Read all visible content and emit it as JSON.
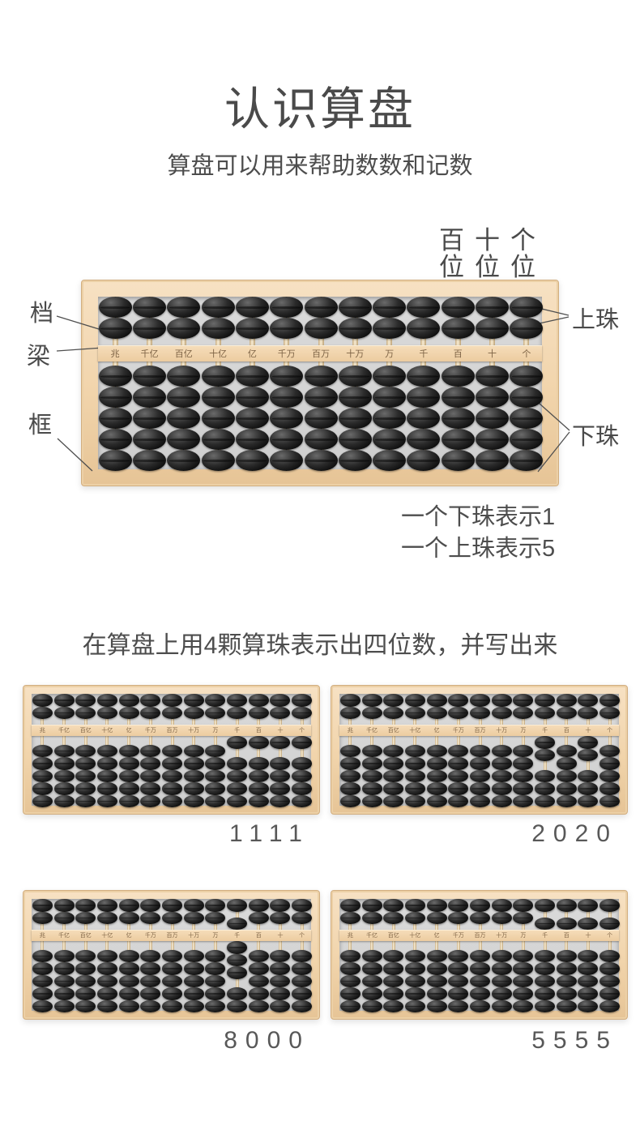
{
  "header": {
    "title": "认识算盘",
    "subtitle": "算盘可以用来帮助数数和记数"
  },
  "place_value_labels": [
    {
      "place": "百",
      "suffix": "位"
    },
    {
      "place": "十",
      "suffix": "位"
    },
    {
      "place": "个",
      "suffix": "位"
    }
  ],
  "callouts": {
    "rod": "档",
    "beam": "梁",
    "frame": "框",
    "upper_bead": "上珠",
    "lower_bead": "下珠"
  },
  "notes": {
    "line1": "一个下珠表示1",
    "line2": "一个上珠表示5"
  },
  "abacus": {
    "column_labels": [
      "兆",
      "千亿",
      "百亿",
      "十亿",
      "亿",
      "千万",
      "百万",
      "十万",
      "万",
      "千",
      "百",
      "十",
      "个"
    ],
    "upper_beads_per_rod": 2,
    "lower_beads_per_rod": 5,
    "main_digits": [
      0,
      0,
      0,
      0,
      0,
      0,
      0,
      0,
      0,
      0,
      0,
      0,
      0
    ]
  },
  "exercise": {
    "heading": "在算盘上用4颗算珠表示出四位数，并写出来",
    "items": [
      {
        "answer": "1111",
        "digits": [
          0,
          0,
          0,
          0,
          0,
          0,
          0,
          0,
          0,
          1,
          1,
          1,
          1
        ]
      },
      {
        "answer": "2020",
        "digits": [
          0,
          0,
          0,
          0,
          0,
          0,
          0,
          0,
          0,
          2,
          0,
          2,
          0
        ]
      },
      {
        "answer": "8000",
        "digits": [
          0,
          0,
          0,
          0,
          0,
          0,
          0,
          0,
          0,
          8,
          0,
          0,
          0
        ]
      },
      {
        "answer": "5555",
        "digits": [
          0,
          0,
          0,
          0,
          0,
          0,
          0,
          0,
          0,
          5,
          5,
          5,
          5
        ]
      }
    ]
  },
  "colors": {
    "frame_wood": "#f1d4ab",
    "frame_wood_dark": "#d2ae80",
    "inner_panel": "#d5d5d5",
    "bead_black": "#141414",
    "beam_label": "#7d6345",
    "text": "#4d4d4d"
  }
}
